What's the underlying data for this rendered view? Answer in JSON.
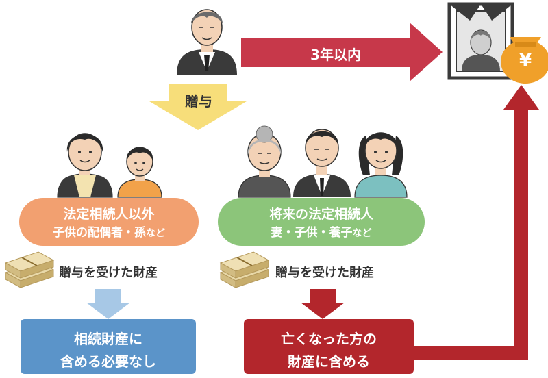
{
  "arrows": {
    "top_label": "3年以内",
    "gift_label": "贈与"
  },
  "groups": {
    "left": {
      "title": "法定相続人以外",
      "detail_main": "子供の配偶者・孫",
      "detail_suffix": "など",
      "property_label": "贈与を受けた財産",
      "result_line1": "相続財産に",
      "result_line2": "含める必要なし"
    },
    "right": {
      "title": "将来の法定相続人",
      "detail_main": "妻・子供・養子",
      "detail_suffix": "など",
      "property_label": "贈与を受けた財産",
      "result_line1": "亡くなった方の",
      "result_line2": "財産に含める"
    }
  },
  "money_bag": {
    "symbol": "¥"
  },
  "icons": [
    "grandfather-icon",
    "memorial-portrait-icon",
    "money-bag-icon",
    "money-bundle-icon"
  ],
  "colors": {
    "red_arrow": "#c7384a",
    "dark_red_box": "#b3262c",
    "gift_arrow": "#f7de7a",
    "orange_pill": "#f2a070",
    "green_pill": "#8cc57a",
    "blue_box": "#5b94c9",
    "light_blue_arrow": "#a7c8e6",
    "gold": "#f0a02a",
    "suit": "#3a3a3a"
  }
}
